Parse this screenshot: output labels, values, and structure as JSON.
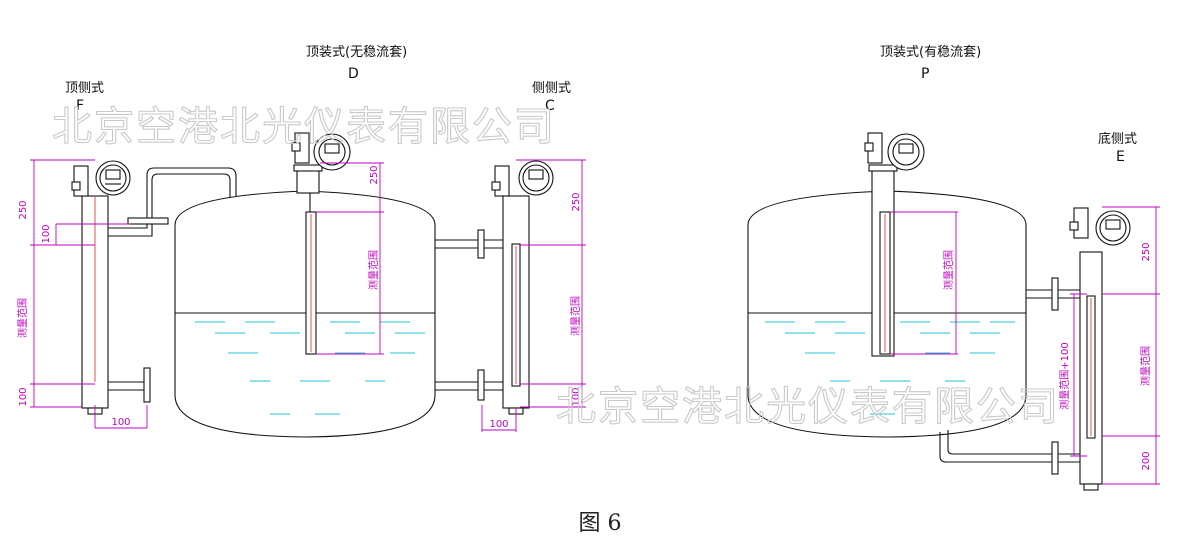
{
  "labels": {
    "top_side": "顶侧式",
    "top_side_letter": "F",
    "top_mount_no_well": "顶装式(无稳流套)",
    "top_mount_no_well_letter": "D",
    "side": "侧侧式",
    "side_letter": "C",
    "top_mount_with_well": "顶装式(有稳流套)",
    "top_mount_with_well_letter": "P",
    "bottom_side": "底侧式",
    "bottom_side_letter": "E"
  },
  "watermark": "北京空港北光仪表有限公司",
  "dimensions": {
    "d250": "250",
    "d100": "100",
    "range": "测量范围",
    "range_plus": "测量范围+100",
    "d200": "200"
  },
  "caption": "图 6",
  "colors": {
    "dimension": "#c000c0",
    "water": "#26c6da",
    "outline": "#111111",
    "watermark": "#c9c9c9"
  }
}
